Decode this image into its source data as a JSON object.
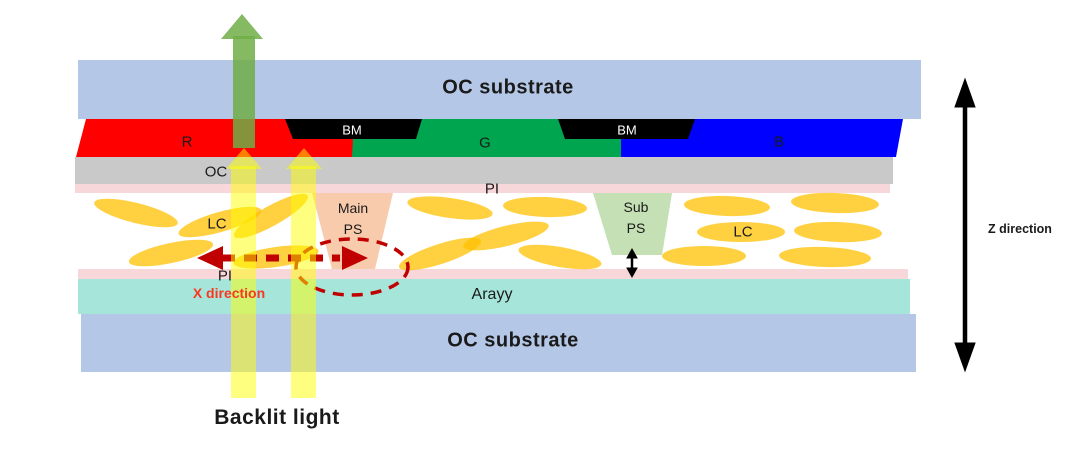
{
  "layers": {
    "top_substrate": {
      "label": "OC substrate",
      "color": "#b4c7e7"
    },
    "red_filter": {
      "label": "R",
      "color": "#fe0000"
    },
    "green_filter": {
      "label": "G",
      "color": "#00a550"
    },
    "blue_filter": {
      "label": "B",
      "color": "#0000fe"
    },
    "black_matrix": {
      "label": "BM",
      "color": "#000000"
    },
    "overcoat": {
      "label": "OC",
      "color": "#c9c9c9"
    },
    "pi_top": {
      "label": "PI",
      "color": "#f8d7db"
    },
    "liquid_crystal": {
      "label": "LC",
      "color": "#ffc000"
    },
    "pi_bottom": {
      "label": "PI",
      "color": "#f8d7db"
    },
    "array": {
      "label": "Arayy",
      "color": "#a6e6da"
    },
    "bottom_substrate": {
      "label": "OC substrate",
      "color": "#b4c7e7"
    }
  },
  "spacers": {
    "main_ps": {
      "line1": "Main",
      "line2": "PS",
      "color": "#f8cbad"
    },
    "sub_ps": {
      "line1": "Sub",
      "line2": "PS",
      "color": "#c5e0b4"
    }
  },
  "annotations": {
    "backlit_light": "Backlit light",
    "x_direction": "X direction",
    "z_direction": "Z direction"
  },
  "colors": {
    "substrate": "#b4c7e7",
    "red": "#fe0000",
    "green": "#00a550",
    "blue": "#0000fe",
    "black": "#000000",
    "overcoat": "#c9c9c9",
    "pi": "#f8d7db",
    "array": "#a6e6da",
    "main_ps": "#f8cbad",
    "sub_ps": "#c5e0b4",
    "lc": "#ffc000",
    "beam": "#ffff00",
    "exit_arrow": "#70ad47",
    "annotation": "#c00000",
    "x_text": "#f93822",
    "white": "#ffffff"
  }
}
